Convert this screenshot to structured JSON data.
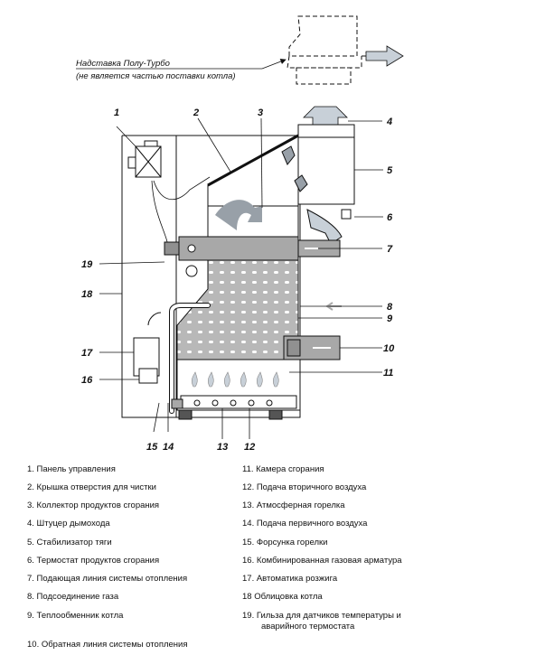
{
  "note": {
    "title": "Надставка Полу-Турбо",
    "subtitle": "(не является частью поставки котла)"
  },
  "callouts": [
    "1",
    "2",
    "3",
    "4",
    "5",
    "6",
    "7",
    "8",
    "9",
    "10",
    "11",
    "12",
    "13",
    "14",
    "15",
    "16",
    "17",
    "18",
    "19"
  ],
  "legend_left": [
    "1. Панель управления",
    "2. Крышка отверстия для чистки",
    "3. Коллектор продуктов сгорания",
    "4. Штуцер дымохода",
    "5. Стабилизатор тяги",
    "6. Термостат продуктов сгорания",
    "7. Подающая линия системы отопления",
    "8. Подсоединение газа",
    "9. Теплообменник котла",
    "10. Обратная линия системы отопления"
  ],
  "legend_right": [
    "11. Камера сгорания",
    "12. Подача вторичного воздуха",
    "13. Атмосферная горелка",
    "14. Подача первичного воздуха",
    "15. Форсунка горелки",
    "16. Комбинированная газовая арматура",
    "17. Автоматика розжига",
    "18 Облицовка котла",
    "19. Гильза для датчиков температуры и",
    "аварийного термостата"
  ]
}
